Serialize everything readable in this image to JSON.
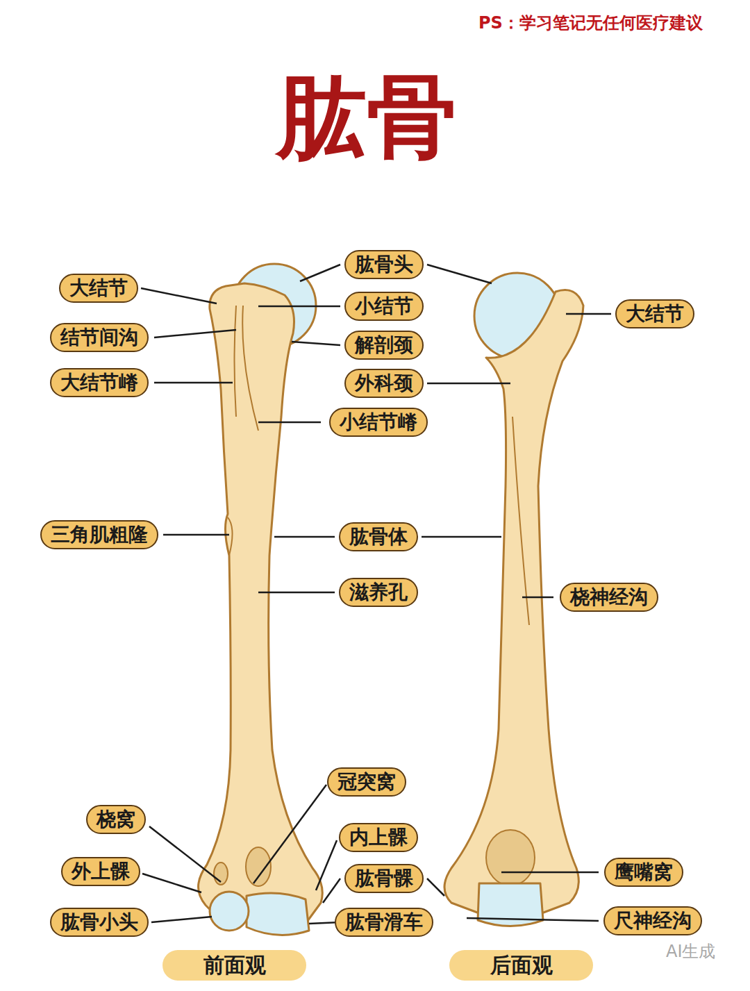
{
  "diagram": {
    "title": "肱骨",
    "nodes": [
      {
        "text": [
          "肱骨头"
        ]
      },
      {
        "text": [
          "大结节"
        ]
      },
      {
        "text": [
          "小结节"
        ]
      },
      {
        "text": [
          "大结节"
        ]
      },
      {
        "text": [
          "结节间沟"
        ]
      },
      {
        "text": [
          "解剖颈"
        ]
      },
      {
        "text": [
          "大结节嵴"
        ]
      },
      {
        "text": [
          "外科颈"
        ]
      },
      {
        "text": [
          "小结节嵴"
        ]
      },
      {
        "text": [
          "三角肌粗隆"
        ]
      },
      {
        "text": [
          "肱骨体"
        ]
      },
      {
        "text": [
          "滋养孔"
        ]
      },
      {
        "text": [
          "桡神经沟"
        ]
      },
      {
        "text": [
          "冠突窝"
        ]
      },
      {
        "text": [
          "桡窝"
        ]
      },
      {
        "text": [
          "内上髁"
        ]
      },
      {
        "text": [
          "外上髁"
        ]
      },
      {
        "text": [
          "肱骨髁"
        ]
      },
      {
        "text": [
          "鹰嘴窝"
        ]
      },
      {
        "text": [
          "肱骨小头"
        ]
      },
      {
        "text": [
          "肱骨滑车"
        ]
      },
      {
        "text": [
          "尺神经沟"
        ]
      },
      {
        "text": [
          "前面观"
        ]
      },
      {
        "text": [
          "后面观"
        ]
      }
    ],
    "labels": [
      "PS：学习笔记无任何医疗建议",
      "AI生成"
    ]
  }
}
